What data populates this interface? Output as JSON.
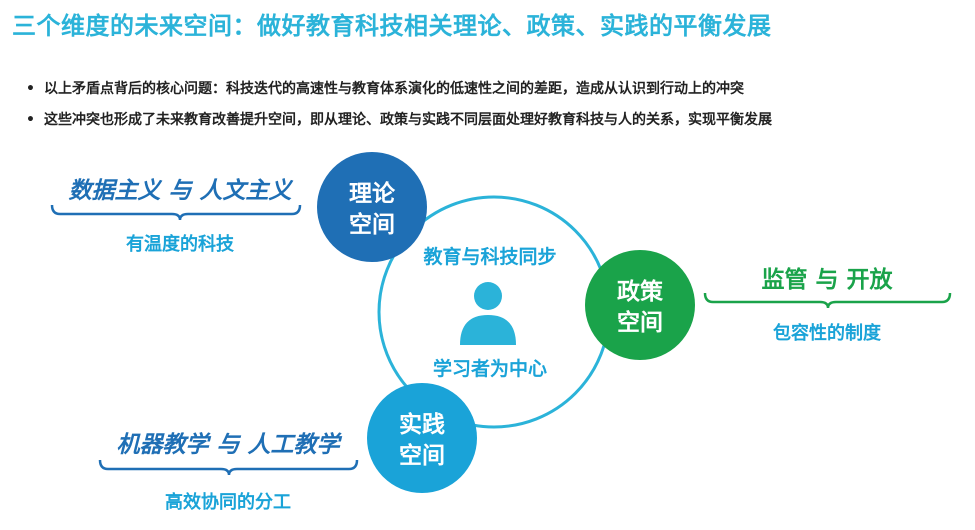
{
  "title": "三个维度的未来空间：做好教育科技相关理论、政策、实践的平衡发展",
  "bullets": [
    "以上矛盾点背后的核心问题：科技迭代的高速性与教育体系演化的低速性之间的差距，造成从认识到行动上的冲突",
    "这些冲突也形成了未来教育改善提升空间，即从理论、政策与实践不同层面处理好教育科技与人的关系，实现平衡发展"
  ],
  "center": {
    "top_text": "教育与科技同步",
    "bottom_text": "学习者为中心",
    "icon": "person-icon"
  },
  "nodes": {
    "theory": {
      "line1": "理论",
      "line2": "空间",
      "color": "#1f6fb5"
    },
    "policy": {
      "line1": "政策",
      "line2": "空间",
      "color": "#1aa34a"
    },
    "practice": {
      "line1": "实践",
      "line2": "空间",
      "color": "#1aa3d8"
    }
  },
  "side_labels": {
    "theory": {
      "main": "数据主义 与 人文主义",
      "sub": "有温度的科技"
    },
    "policy": {
      "main": "监管 与 开放",
      "sub": "包容性的制度"
    },
    "practice": {
      "main": "机器教学 与 人工教学",
      "sub": "高效协同的分工"
    }
  },
  "colors": {
    "title": "#2bb3d9",
    "ring": "#2bb3d9",
    "person": "#2bb3d9"
  }
}
